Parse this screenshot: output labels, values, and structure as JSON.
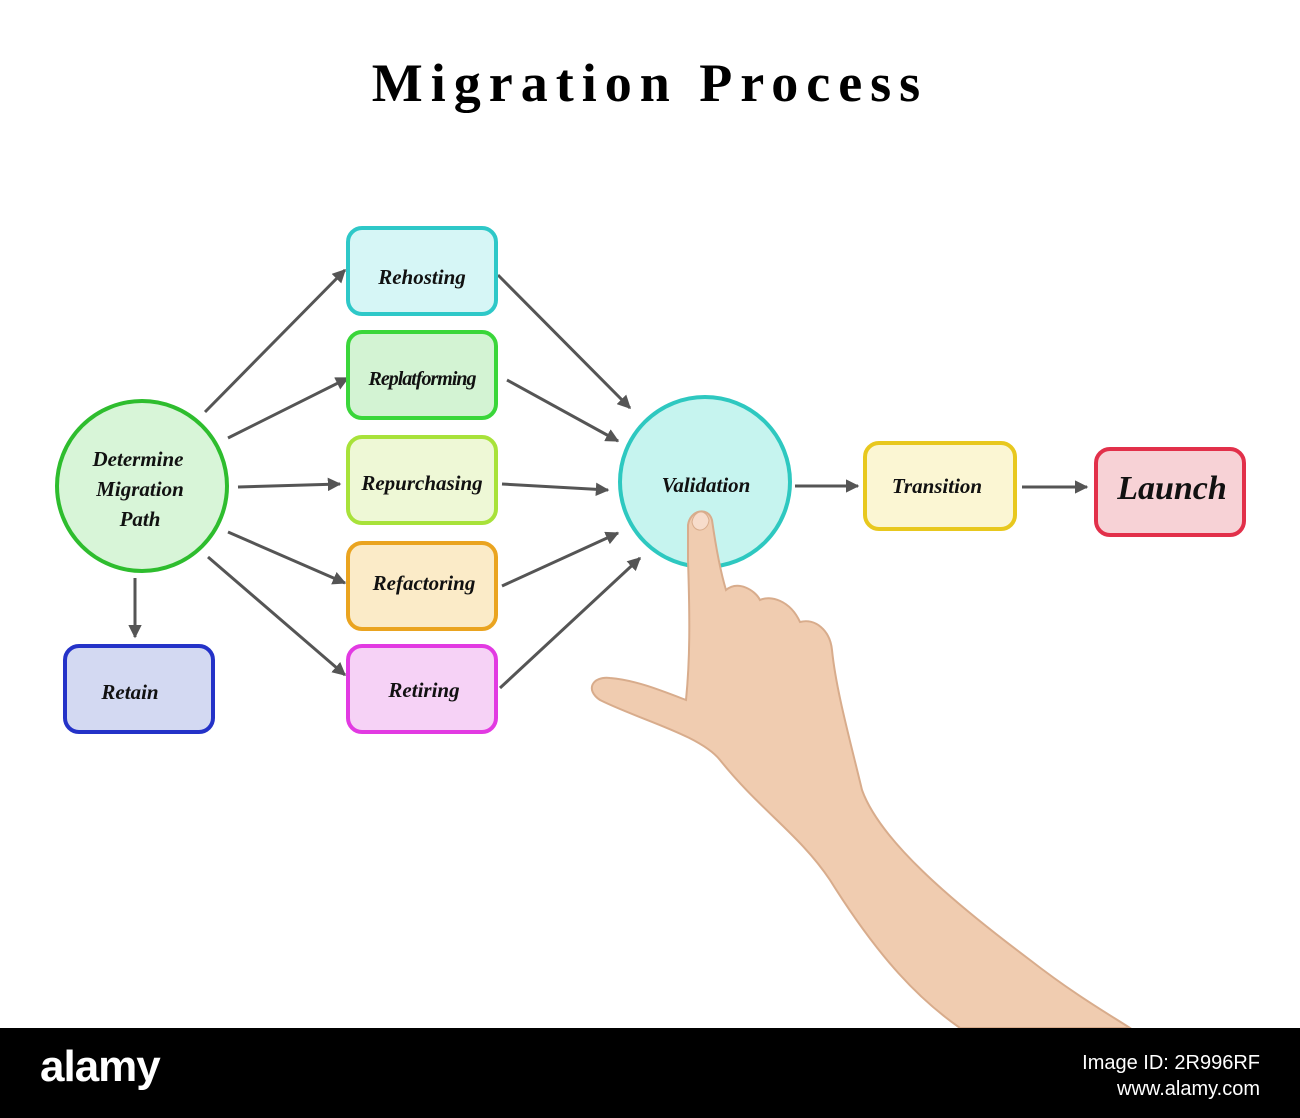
{
  "title": "Migration Process",
  "nodes": {
    "determine": {
      "lines": [
        "Determine",
        "Migration",
        "Path"
      ],
      "stroke": "#2ebd2e",
      "fill": "#d8f5d8"
    },
    "retain": {
      "label": "Retain",
      "stroke": "#2432c8",
      "fill": "#d3d9f2"
    },
    "rehosting": {
      "label": "Rehosting",
      "stroke": "#2ec8c8",
      "fill": "#d6f6f6"
    },
    "replatforming": {
      "label": "Replatforming",
      "stroke": "#3ad63a",
      "fill": "#d3f3d3"
    },
    "repurchasing": {
      "label": "Repurchasing",
      "stroke": "#a8e23a",
      "fill": "#eef8d6"
    },
    "refactoring": {
      "label": "Refactoring",
      "stroke": "#eaa420",
      "fill": "#fbebc8"
    },
    "retiring": {
      "label": "Retiring",
      "stroke": "#e23ae2",
      "fill": "#f6d2f6"
    },
    "validation": {
      "label": "Validation",
      "stroke": "#2ec8c0",
      "fill": "#c6f4ef"
    },
    "transition": {
      "label": "Transition",
      "stroke": "#e8c81e",
      "fill": "#fbf6d3"
    },
    "launch": {
      "label": "Launch",
      "stroke": "#e2304a",
      "fill": "#f7d2d6"
    }
  },
  "arrow_color": "#555555",
  "hand_skin": "#f0ccb0",
  "footer": {
    "brand": "alamy",
    "image_id_line": "Image ID: 2R996RF",
    "site": "www.alamy.com"
  }
}
